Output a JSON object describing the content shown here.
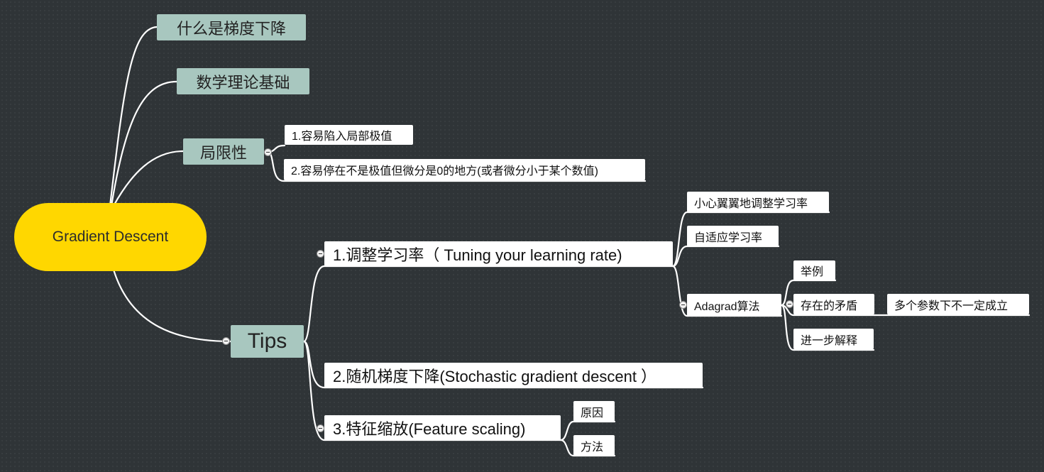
{
  "root": {
    "label": "Gradient Descent"
  },
  "main": {
    "what": "什么是梯度下降",
    "math": "数学理论基础",
    "limits": "局限性",
    "tips": "Tips"
  },
  "limits_children": [
    "1.容易陷入局部极值",
    "2.容易停在不是极值但微分是0的地方(或者微分小于某个数值)"
  ],
  "tips_children": [
    "1.调整学习率（ Tuning your learning rate)",
    "2.随机梯度下降(Stochastic gradient descent ）",
    "3.特征缩放(Feature scaling)"
  ],
  "lr_children": [
    "小心翼翼地调整学习率",
    "自适应学习率",
    "Adagrad算法"
  ],
  "adagrad_children": [
    "举例",
    "存在的矛盾",
    "进一步解释"
  ],
  "contradiction_children": [
    "多个参数下不一定成立"
  ],
  "scaling_children": [
    "原因",
    "方法"
  ],
  "colors": {
    "background": "#2f3437",
    "root": "#ffd700",
    "main_topic": "#a8c7bf",
    "subtopic": "#ffffff",
    "connector": "#ffffff"
  }
}
